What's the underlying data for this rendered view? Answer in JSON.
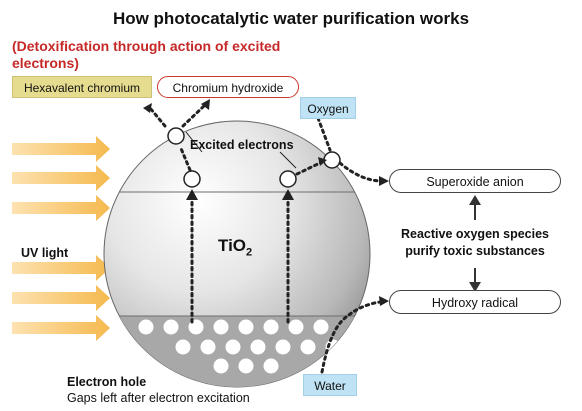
{
  "title": "How photocatalytic water purification works",
  "subtitle": "(Detoxification through action of excited electrons)",
  "labels": {
    "hexavalent_chromium": "Hexavalent chromium",
    "chromium_hydroxide": "Chromium hydroxide",
    "oxygen": "Oxygen",
    "excited_electrons": "Excited electrons",
    "superoxide_anion": "Superoxide anion",
    "reactive_oxygen": "Reactive oxygen species purify toxic substances",
    "hydroxy_radical": "Hydroxy radical",
    "uv_light": "UV light",
    "tio2_main": "TiO",
    "tio2_sub": "2",
    "electron_hole": "Electron hole",
    "electron_hole_desc": "Gaps left after electron excitation",
    "water": "Water"
  },
  "colors": {
    "title_accent": "#c62828",
    "arrow": "#f5b94e",
    "yellow_tag": "#e6dc8f",
    "blue_tag": "#bfe3f4"
  }
}
